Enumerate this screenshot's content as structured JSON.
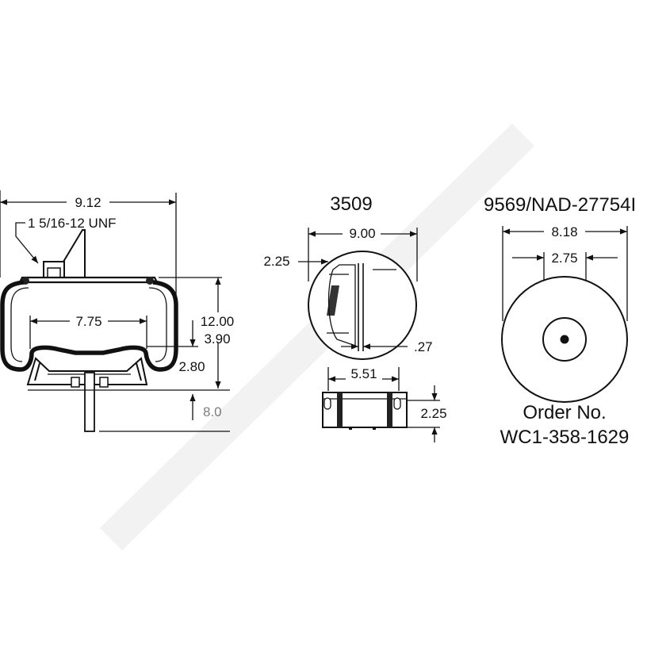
{
  "side_view": {
    "overall_width": "9.12",
    "thread": "1 5/16-12 UNF",
    "piston_width": "7.75",
    "height": "12.00",
    "piston_height": "3.90",
    "mount_height": "2.80",
    "partial_label": "8.0"
  },
  "piston_view": {
    "part_number": "3509",
    "diameter": "9.00",
    "offset": "2.25",
    "flange_thickness": ".27",
    "bottom_width": "5.51",
    "bottom_height": "2.25"
  },
  "plate_view": {
    "part_number": "9569/NAD-27754I",
    "diameter": "8.18",
    "center_spacing": "2.75",
    "order_label": "Order No.",
    "order_number": "WC1-358-1629"
  },
  "colors": {
    "ink": "#111111",
    "background": "#ffffff"
  }
}
